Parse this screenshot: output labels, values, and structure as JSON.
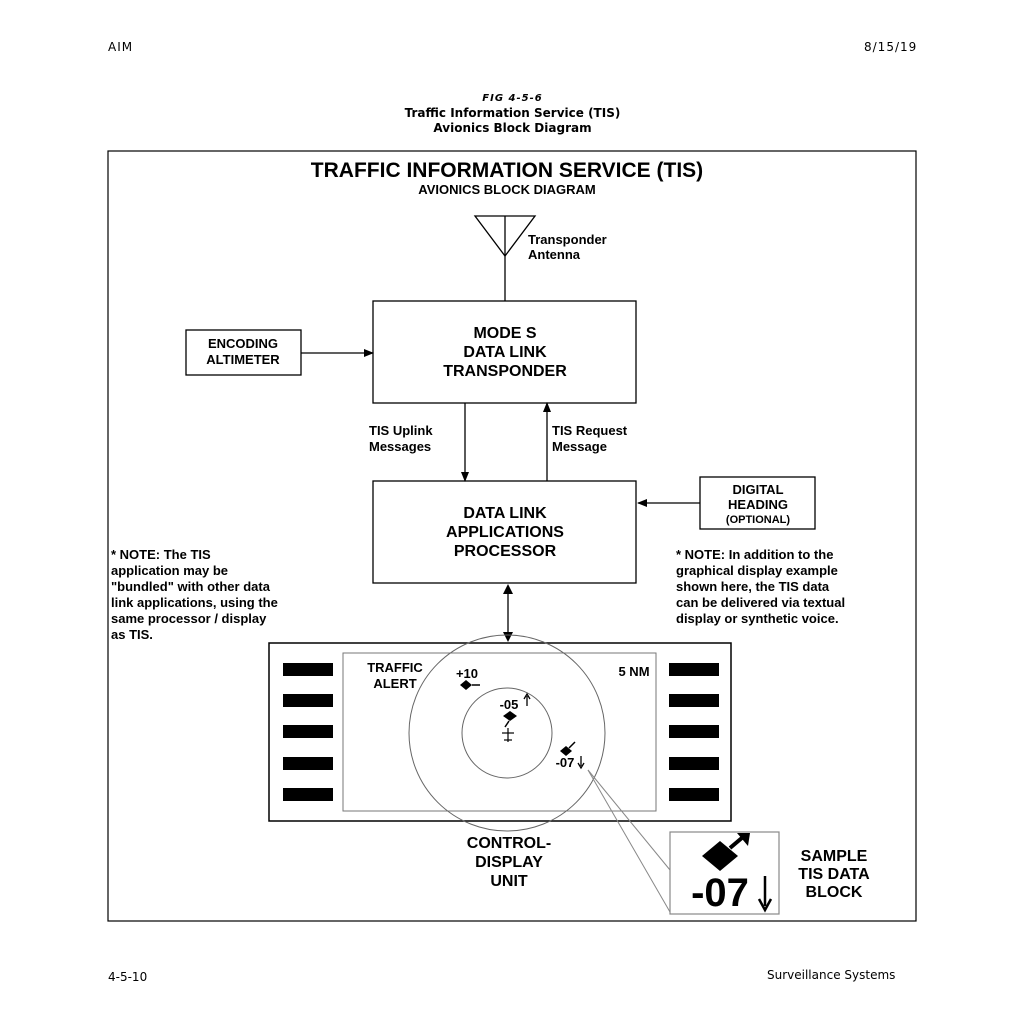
{
  "header": {
    "left": "AIM",
    "right": "8/15/19"
  },
  "caption": {
    "fig": "FIG 4-5-6",
    "title_line1": "Traffic Information Service (TIS)",
    "title_line2": "Avionics Block Diagram"
  },
  "diagram": {
    "title": "TRAFFIC INFORMATION SERVICE (TIS)",
    "subtitle": "AVIONICS BLOCK DIAGRAM",
    "antenna_label": [
      "Transponder",
      "Antenna"
    ],
    "encoding_altimeter": [
      "ENCODING",
      "ALTIMETER"
    ],
    "transponder": [
      "MODE S",
      "DATA LINK",
      "TRANSPONDER"
    ],
    "uplink_label": [
      "TIS Uplink",
      "Messages"
    ],
    "request_label": [
      "TIS Request",
      "Message"
    ],
    "processor": [
      "DATA LINK",
      "APPLICATIONS",
      "PROCESSOR"
    ],
    "digital_heading": [
      "DIGITAL",
      "HEADING",
      "(OPTIONAL)"
    ],
    "note_left": [
      "* NOTE:  The TIS",
      "application may be",
      "\"bundled\" with other data",
      "link applications, using the",
      "same processor / display",
      "as TIS."
    ],
    "note_right": [
      "* NOTE:  In addition to the",
      "graphical display example",
      "shown here, the TIS data",
      "can be delivered via textual",
      "display or synthetic voice."
    ],
    "screen": {
      "traffic_alert": [
        "TRAFFIC",
        "ALERT"
      ],
      "range": "5 NM",
      "target1": "+10",
      "target2": "-05",
      "target3": "-07"
    },
    "cdu_label": [
      "CONTROL-",
      "DISPLAY",
      "UNIT"
    ],
    "sample_value": "-07",
    "sample_label": [
      "SAMPLE",
      "TIS DATA",
      "BLOCK"
    ]
  },
  "footer": {
    "left": "4-5-10",
    "right": "Surveillance Systems"
  }
}
